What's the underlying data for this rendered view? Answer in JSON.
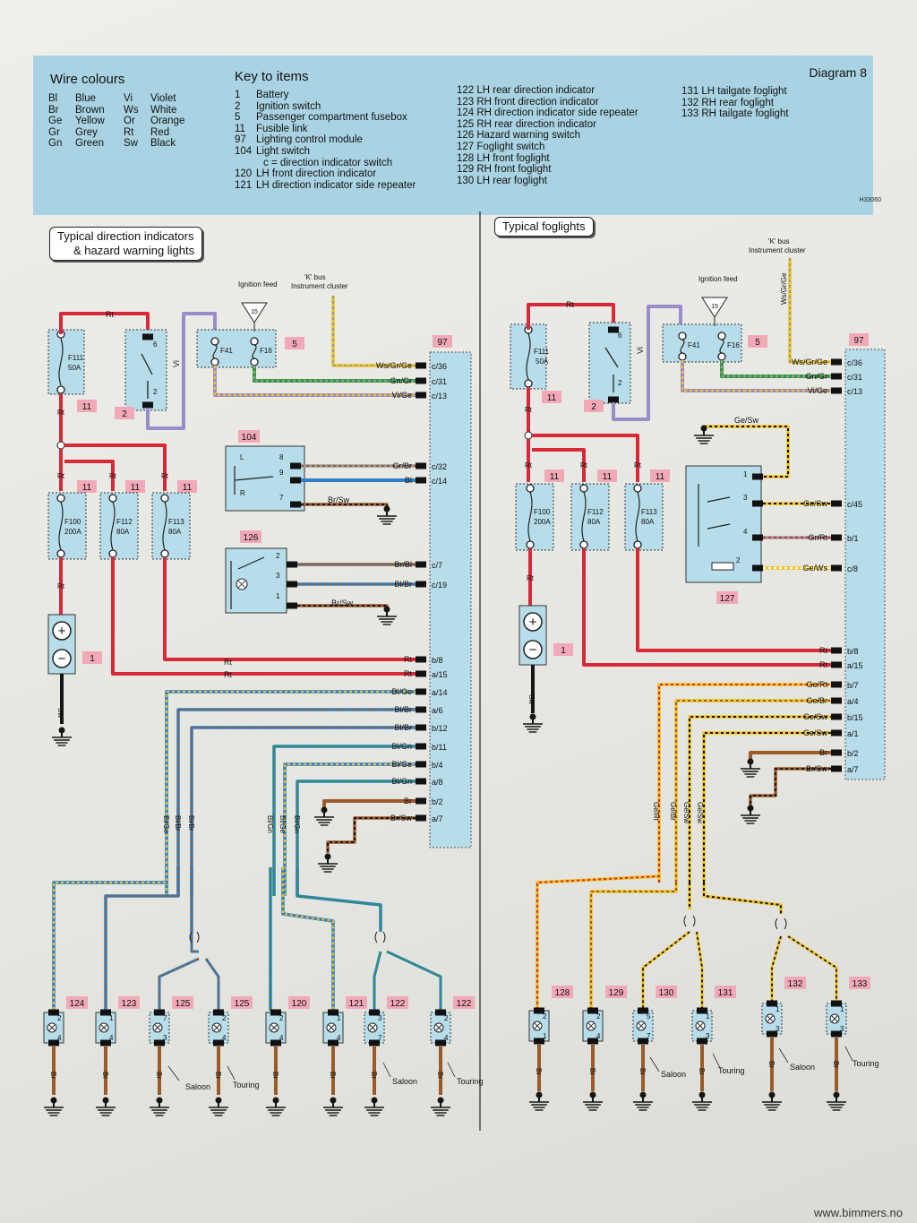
{
  "header": {
    "wire_colours_title": "Wire colours",
    "wire_colours": [
      [
        "Bl",
        "Blue",
        "Vi",
        "Violet"
      ],
      [
        "Br",
        "Brown",
        "Ws",
        "White"
      ],
      [
        "Ge",
        "Yellow",
        "Or",
        "Orange"
      ],
      [
        "Gr",
        "Grey",
        "Rt",
        "Red"
      ],
      [
        "Gn",
        "Green",
        "Sw",
        "Black"
      ]
    ],
    "key_title": "Key to items",
    "diagram_label": "Diagram 8",
    "image_code": "H33060",
    "key_col1": [
      {
        "n": "1",
        "t": "Battery"
      },
      {
        "n": "2",
        "t": "Ignition switch"
      },
      {
        "n": "5",
        "t": "Passenger compartment fusebox"
      },
      {
        "n": "11",
        "t": "Fusible link"
      },
      {
        "n": "97",
        "t": "Lighting control module"
      },
      {
        "n": "104",
        "t": "Light switch"
      },
      {
        "n": "",
        "t": "c  = direction indicator switch"
      },
      {
        "n": "120",
        "t": "LH front direction indicator"
      },
      {
        "n": "121",
        "t": "LH direction indicator side repeater"
      }
    ],
    "key_col2": [
      "122 LH rear direction indicator",
      "123 RH front direction indicator",
      "124 RH direction indicator side repeater",
      "125 RH rear direction indicator",
      "126 Hazard warning switch",
      "127 Foglight switch",
      "128 LH front foglight",
      "129 RH front foglight",
      "130 LH rear foglight"
    ],
    "key_col3": [
      "131 LH tailgate foglight",
      "132 RH rear foglight",
      "133 RH tailgate foglight"
    ]
  },
  "left": {
    "title_line1": "Typical direction indicators",
    "title_line2": "& hazard warning lights",
    "ignition_feed": "Ignition feed",
    "kbus_line1": "'K' bus",
    "kbus_line2": "Instrument cluster"
  },
  "right": {
    "title": "Typical foglights",
    "ignition_feed": "Ignition feed",
    "kbus_line1": "'K' bus",
    "kbus_line2": "Instrument cluster"
  },
  "labels": {
    "rt": "Rt",
    "vi": "Vi",
    "sw": "Sw",
    "br": "Br",
    "f111": "F111",
    "a50": "50A",
    "f100": "F100",
    "a200": "200A",
    "f112": "F112",
    "f113": "F113",
    "a80": "80A",
    "f41": "F41",
    "f16": "F16",
    "n15": "15",
    "saloon": "Saloon",
    "touring": "Touring"
  },
  "items": {
    "i1": "1",
    "i2": "2",
    "i5": "5",
    "i11": "11",
    "i97": "97",
    "i104": "104",
    "i126": "126",
    "i127": "127",
    "i120": "120",
    "i121": "121",
    "i122": "122",
    "i123": "123",
    "i124": "124",
    "i125": "125",
    "i128": "128",
    "i129": "129",
    "i130": "130",
    "i131": "131",
    "i132": "132",
    "i133": "133"
  },
  "left_module_pins": [
    {
      "wire": "Ws/Gr/Ge",
      "pin": "c/36"
    },
    {
      "wire": "Gn/Gr",
      "pin": "c/31"
    },
    {
      "wire": "Vi/Ge",
      "pin": "c/13"
    },
    {
      "wire": "Gr/Br",
      "pin": "c/32"
    },
    {
      "wire": "Bl",
      "pin": "c/14"
    },
    {
      "wire": "Br/Bl",
      "pin": "c/7"
    },
    {
      "wire": "Bl/Br",
      "pin": "c/19"
    },
    {
      "wire": "Rt",
      "pin": "b/8"
    },
    {
      "wire": "Rt",
      "pin": "a/15"
    },
    {
      "wire": "Bl/Ge",
      "pin": "a/14"
    },
    {
      "wire": "Bl/Br",
      "pin": "a/6"
    },
    {
      "wire": "Bl/Br",
      "pin": "b/12"
    },
    {
      "wire": "Bl/Gn",
      "pin": "b/11"
    },
    {
      "wire": "Bl/Ge",
      "pin": "b/4"
    },
    {
      "wire": "Bl/Gn",
      "pin": "a/8"
    },
    {
      "wire": "Br",
      "pin": "b/2"
    },
    {
      "wire": "Br/Sw",
      "pin": "a/7"
    }
  ],
  "left_misc": {
    "br_sw": "Br/Sw",
    "bl_ge": "Bl/Ge",
    "bl_br": "Bl/Br",
    "bl_gn": "Bl/Gn"
  },
  "right_module_pins": [
    {
      "wire": "Ws/Gr/Ge",
      "pin": "c/36"
    },
    {
      "wire": "Gn/Gr",
      "pin": "c/31"
    },
    {
      "wire": "Vi/Ge",
      "pin": "c/13"
    },
    {
      "wire": "Ge/Sw",
      "pin": "c/45"
    },
    {
      "wire": "Gr/Rt",
      "pin": "b/1"
    },
    {
      "wire": "Ge/Ws",
      "pin": "c/8"
    },
    {
      "wire": "Rt",
      "pin": "b/8"
    },
    {
      "wire": "Rt",
      "pin": "a/15"
    },
    {
      "wire": "Ge/Rt",
      "pin": "b/7"
    },
    {
      "wire": "Ge/Br",
      "pin": "a/4"
    },
    {
      "wire": "Ge/Sw",
      "pin": "b/15"
    },
    {
      "wire": "Ge/Sw",
      "pin": "a/1"
    },
    {
      "wire": "Br",
      "pin": "b/2"
    },
    {
      "wire": "Br/Sw",
      "pin": "a/7"
    }
  ],
  "right_misc": {
    "ge_sw": "Ge/Sw",
    "ge_rt": "Ge/Rt",
    "ge_br": "Ge/Br"
  },
  "pins": {
    "p1": "1",
    "p2": "2",
    "p3": "3",
    "p4": "4",
    "p5": "5",
    "p6": "6",
    "p7": "7",
    "p8": "8",
    "p9": "9",
    "pL": "L",
    "pR": "R"
  },
  "watermark": "www.bimmers.no",
  "colors": {
    "red": "#d8293a",
    "blue": "#2f7fc4",
    "violet": "#9a8ccb",
    "green": "#2f9a3a",
    "yellow": "#f2c21b",
    "brown": "#9a5a2a",
    "grey": "#9a9a9a",
    "black": "#151515",
    "component": "#b7dcea",
    "itemtag": "#f1a9b6"
  }
}
